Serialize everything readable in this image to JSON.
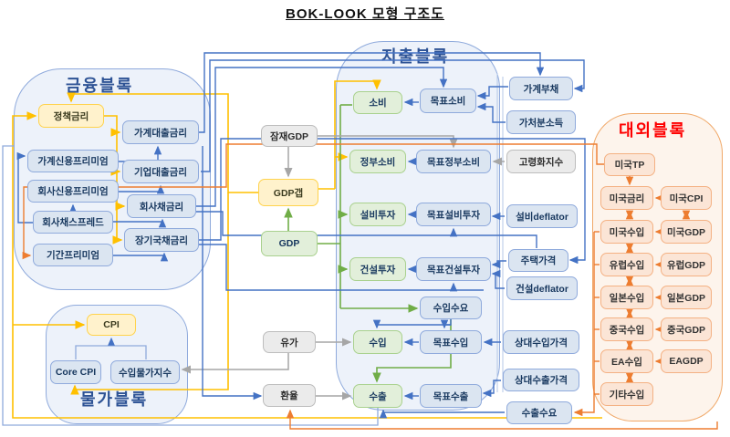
{
  "title": "BOK-LOOK 모형 구조도",
  "blocks": {
    "financial": {
      "title": "금융블록"
    },
    "expenditure": {
      "title": "지출블록"
    },
    "price": {
      "title": "물가블록"
    },
    "external": {
      "title": "대외블록"
    }
  },
  "colors": {
    "block_blue_border": "#8faadc",
    "block_orange_border": "#f0a868",
    "box_blue": "#dbe5f1",
    "box_green": "#e2efda",
    "box_yellow": "#fff2cc",
    "box_gray": "#ebebeb",
    "box_orange": "#fbe5d6",
    "arrow_blue": "#4472c4",
    "arrow_yellow": "#ffc000",
    "arrow_green": "#70ad47",
    "arrow_gray": "#a6a6a6",
    "arrow_orange": "#ed7d31",
    "title_blue": "#2e5395",
    "title_red": "#fe0000"
  },
  "nodes": {
    "policy_rate": "정책금리",
    "household_loan_rate": "가계대출금리",
    "household_credit_premium": "가계신용프리미엄",
    "corporate_loan_rate": "기업대출금리",
    "corporate_credit_premium": "회사신용프리미엄",
    "corporate_bond_rate": "회사채금리",
    "corporate_bond_spread": "회사채스프레드",
    "longterm_bond_rate": "장기국채금리",
    "term_premium": "기간프리미엄",
    "cpi": "CPI",
    "core_cpi": "Core CPI",
    "import_price_index": "수입물가지수",
    "potential_gdp": "잠재GDP",
    "gdp_gap": "GDP갭",
    "gdp": "GDP",
    "oil_price": "유가",
    "exchange_rate": "환율",
    "consumption": "소비",
    "target_consumption": "목표소비",
    "gov_consumption": "정부소비",
    "target_gov_consumption": "목표정부소비",
    "equip_investment": "설비투자",
    "target_equip_investment": "목표설비투자",
    "construction_investment": "건설투자",
    "target_construction_investment": "목표건설투자",
    "import_demand": "수입수요",
    "imports": "수입",
    "target_imports": "목표수입",
    "exports": "수출",
    "target_exports": "목표수출",
    "household_debt": "가계부채",
    "disposable_income": "가처분소득",
    "aging_index": "고령화지수",
    "equip_deflator": "설비deflator",
    "housing_price": "주택가격",
    "construction_deflator": "건설deflator",
    "relative_import_price": "상대수입가격",
    "relative_export_price": "상대수출가격",
    "export_demand": "수출수요",
    "us_tp": "미국TP",
    "us_rate": "미국금리",
    "us_cpi": "미국CPI",
    "us_imports": "미국수입",
    "us_gdp": "미국GDP",
    "eu_imports": "유럽수입",
    "eu_gdp": "유럽GDP",
    "jp_imports": "일본수입",
    "jp_gdp": "일본GDP",
    "cn_imports": "중국수입",
    "cn_gdp": "중국GDP",
    "ea_imports": "EA수입",
    "ea_gdp": "EAGDP",
    "other_imports": "기타수입"
  }
}
